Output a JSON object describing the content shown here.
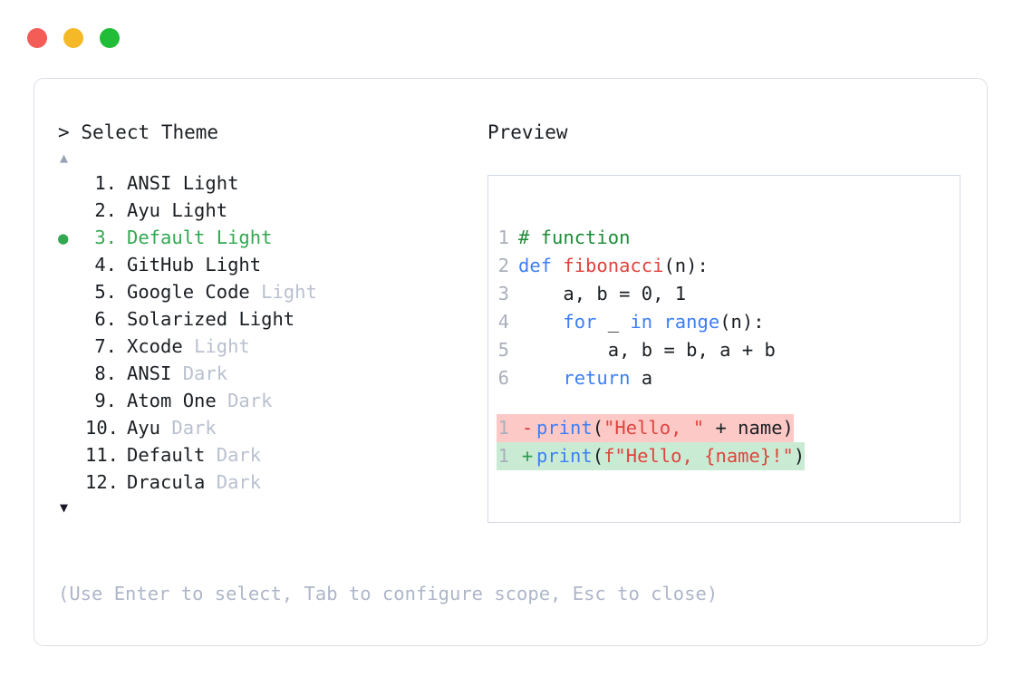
{
  "window": {
    "traffic_lights": [
      {
        "name": "close",
        "color": "#F35C57"
      },
      {
        "name": "minimize",
        "color": "#F5B827"
      },
      {
        "name": "maximize",
        "color": "#22BD38"
      }
    ]
  },
  "left_panel": {
    "prompt_symbol": ">",
    "prompt_label": "Select Theme",
    "scroll_up_icon": "▲",
    "scroll_down_icon": "▼",
    "selected_index": 3,
    "selected_bullet": "●",
    "accent_color": "#33a852",
    "dim_color": "#b9c0cf",
    "items": [
      {
        "number": "1.",
        "name": "ANSI",
        "variant": "Light",
        "variant_dim": false,
        "selected": false
      },
      {
        "number": "2.",
        "name": "Ayu",
        "variant": "Light",
        "variant_dim": false,
        "selected": false
      },
      {
        "number": "3.",
        "name": "Default",
        "variant": "Light",
        "variant_dim": false,
        "selected": true
      },
      {
        "number": "4.",
        "name": "GitHub",
        "variant": "Light",
        "variant_dim": false,
        "selected": false
      },
      {
        "number": "5.",
        "name": "Google Code",
        "variant": "Light",
        "variant_dim": true,
        "selected": false
      },
      {
        "number": "6.",
        "name": "Solarized",
        "variant": "Light",
        "variant_dim": false,
        "selected": false
      },
      {
        "number": "7.",
        "name": "Xcode",
        "variant": "Light",
        "variant_dim": true,
        "selected": false
      },
      {
        "number": "8.",
        "name": "ANSI",
        "variant": "Dark",
        "variant_dim": true,
        "selected": false
      },
      {
        "number": "9.",
        "name": "Atom One",
        "variant": "Dark",
        "variant_dim": true,
        "selected": false
      },
      {
        "number": "10.",
        "name": "Ayu",
        "variant": "Dark",
        "variant_dim": true,
        "selected": false
      },
      {
        "number": "11.",
        "name": "Default",
        "variant": "Dark",
        "variant_dim": true,
        "selected": false
      },
      {
        "number": "12.",
        "name": "Dracula",
        "variant": "Dark",
        "variant_dim": true,
        "selected": false
      }
    ]
  },
  "hint": "(Use Enter to select, Tab to configure scope, Esc to close)",
  "preview": {
    "title": "Preview",
    "code_lines": [
      {
        "number": "1",
        "tokens": [
          {
            "text": "# function",
            "type": "comment"
          }
        ]
      },
      {
        "number": "2",
        "tokens": [
          {
            "text": "def ",
            "type": "keyword"
          },
          {
            "text": "fibonacci",
            "type": "func"
          },
          {
            "text": "(n):",
            "type": "plain"
          }
        ]
      },
      {
        "number": "3",
        "tokens": [
          {
            "text": "    a, b = 0, 1",
            "type": "plain"
          }
        ]
      },
      {
        "number": "4",
        "tokens": [
          {
            "text": "    ",
            "type": "plain"
          },
          {
            "text": "for ",
            "type": "keyword"
          },
          {
            "text": "_ ",
            "type": "plain"
          },
          {
            "text": "in ",
            "type": "keyword"
          },
          {
            "text": "range",
            "type": "builtin"
          },
          {
            "text": "(n):",
            "type": "plain"
          }
        ]
      },
      {
        "number": "5",
        "tokens": [
          {
            "text": "        a, b = b, a + b",
            "type": "plain"
          }
        ]
      },
      {
        "number": "6",
        "tokens": [
          {
            "text": "    ",
            "type": "plain"
          },
          {
            "text": "return ",
            "type": "keyword"
          },
          {
            "text": "a",
            "type": "plain"
          }
        ]
      }
    ],
    "diff_lines": [
      {
        "number": "1",
        "mark": "-",
        "kind": "minus",
        "tokens": [
          {
            "text": "print",
            "type": "builtin"
          },
          {
            "text": "(",
            "type": "plain"
          },
          {
            "text": "\"Hello, \"",
            "type": "string"
          },
          {
            "text": " + name)",
            "type": "plain"
          }
        ]
      },
      {
        "number": "1",
        "mark": "+",
        "kind": "plus",
        "tokens": [
          {
            "text": "print",
            "type": "builtin"
          },
          {
            "text": "(",
            "type": "plain"
          },
          {
            "text": "f\"Hello, {name}!\"",
            "type": "string"
          },
          {
            "text": ")",
            "type": "plain"
          }
        ]
      }
    ]
  }
}
